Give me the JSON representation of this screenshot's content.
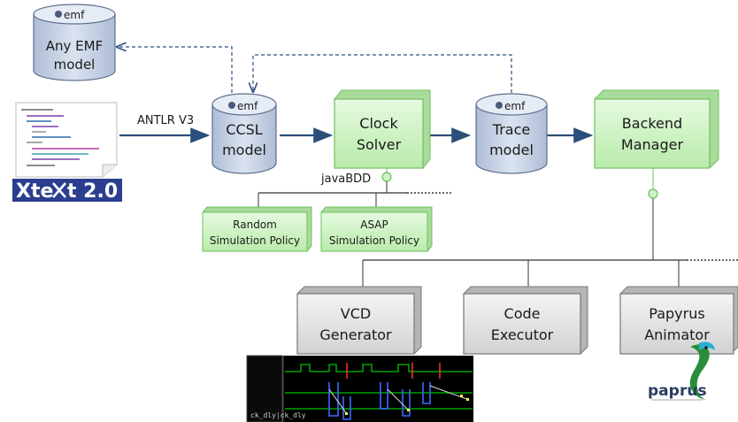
{
  "nodes": {
    "any_emf": {
      "line1": "Any EMF",
      "line2": "model",
      "logo": "emf"
    },
    "ccsl": {
      "line1": "CCSL",
      "line2": "model",
      "logo": "emf"
    },
    "clock_solver": {
      "line1": "Clock",
      "line2": "Solver"
    },
    "trace": {
      "line1": "Trace",
      "line2": "model",
      "logo": "emf"
    },
    "backend": {
      "line1": "Backend",
      "line2": "Manager"
    },
    "random_policy": {
      "line1": "Random",
      "line2": "Simulation Policy"
    },
    "asap_policy": {
      "line1": "ASAP",
      "line2": "Simulation Policy"
    },
    "vcd": {
      "line1": "VCD",
      "line2": "Generator"
    },
    "code_exec": {
      "line1": "Code",
      "line2": "Executor"
    },
    "papyrus_anim": {
      "line1": "Papyrus",
      "line2": "Animator"
    }
  },
  "labels": {
    "antlr": "ANTLR V3",
    "javabdd": "javaBDD",
    "xtext_a": "Xte",
    "xtext_b": "t 2.0",
    "papyrus_a": "pap",
    "papyrus_b": "rus"
  },
  "colors": {
    "green_fill": "#cdf2c4",
    "green_stroke": "#6fbf5f",
    "gray_fill": "#e5e5e5",
    "cyl_fill": "#c3cfe3",
    "arrow": "#2a4f7a"
  }
}
